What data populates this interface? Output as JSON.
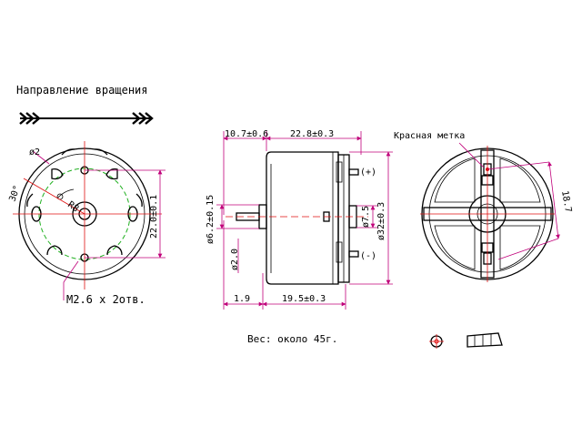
{
  "title": "Направление вращения",
  "front_view": {
    "dia_hole": "ø2",
    "angle": "30°",
    "radius": "R8",
    "height_dim": "22.0±0.1",
    "mount_note": "M2.6 x 2отв."
  },
  "side_view": {
    "dim_shaft_len": "10.7±0.6",
    "dim_body_len": "22.8±0.3",
    "dim_shaft_dia": "ø6.2±0.15",
    "dim_shaft_small": "ø2.0",
    "dim_bushing": "ø7.5",
    "dim_body_dia": "ø32±0.3",
    "dim_left": "1.9",
    "dim_bottom": "19.5±0.3",
    "plus_label": "(+)",
    "minus_label": "(-)"
  },
  "rear_view": {
    "red_mark_label": "Красная метка",
    "dim_diag": "18.7"
  },
  "weight_note": "Вес: около 45г.",
  "colors": {
    "outline": "#000000",
    "dimension": "#c0007a",
    "centerline": "#e01010",
    "bolt_circle": "#21b021"
  }
}
